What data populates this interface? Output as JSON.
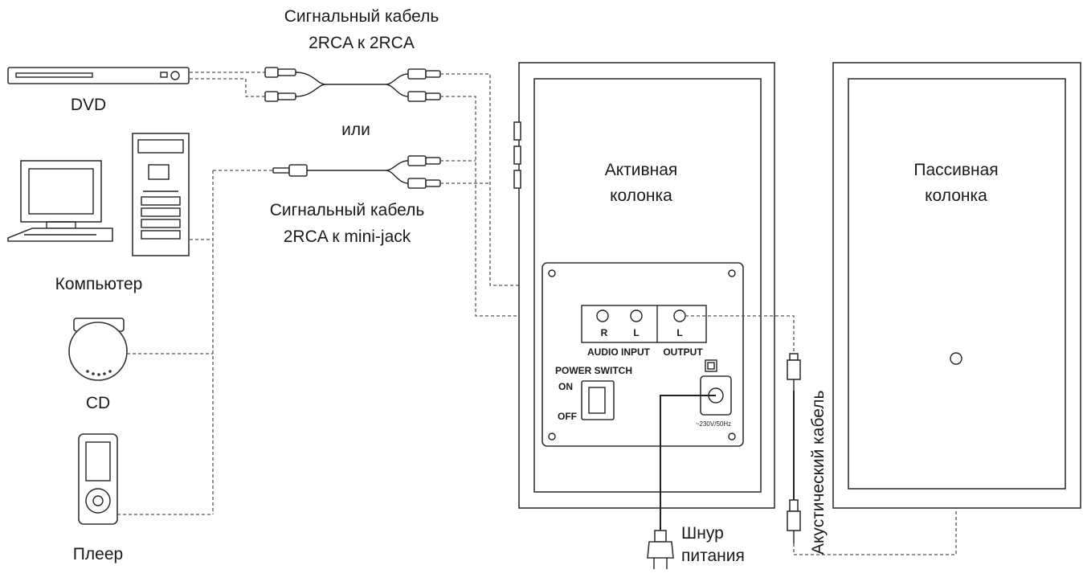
{
  "labels": {
    "cable_rca_title_1": "Сигнальный кабель",
    "cable_rca_title_2": "2RCA к 2RCA",
    "or": "или",
    "cable_minijack_title_1": "Сигнальный  кабель",
    "cable_minijack_title_2": "2RCA к mini-jack",
    "dvd": "DVD",
    "computer": "Компьютер",
    "cd": "CD",
    "player": "Плеер",
    "active_speaker_1": "Активная",
    "active_speaker_2": "колонка",
    "passive_speaker_1": "Пассивная",
    "passive_speaker_2": "колонка",
    "jack_r": "R",
    "jack_l_in": "L",
    "jack_l_out": "L",
    "audio_input": "AUDIO INPUT",
    "output": "OUTPUT",
    "power_switch": "POWER SWITCH",
    "on": "ON",
    "off": "OFF",
    "voltage": "~230V/50Hz",
    "power_cord_1": "Шнур",
    "power_cord_2": "питания",
    "speaker_cable": "Акустический кабель"
  }
}
